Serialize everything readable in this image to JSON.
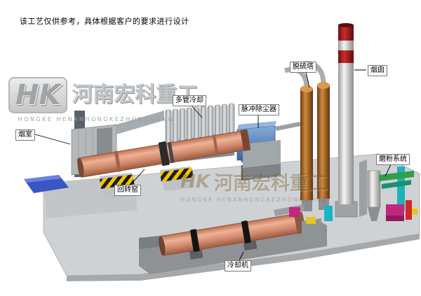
{
  "page": {
    "disclaimer": "该工艺仅供参考，具体根据客户的要求进行设计"
  },
  "logo": {
    "monogram": "HK",
    "company_cn": "河南宏科重工",
    "company_en": "HONGKE HENANHONGKEZHONGGONG"
  },
  "watermark": {
    "monogram": "HK",
    "company_cn": "河南宏科重工",
    "company_en": "HONGKE HENANHONGKEZHONGGONG"
  },
  "equipment_labels": [
    {
      "id": "smoke-chamber",
      "text": "烟室"
    },
    {
      "id": "rotary-kiln",
      "text": "回转窑"
    },
    {
      "id": "multi-tube-cooler",
      "text": "多管冷却"
    },
    {
      "id": "pulse-dust-collector",
      "text": "脉冲除尘器"
    },
    {
      "id": "desulfurization-tower",
      "text": "脱硫塔"
    },
    {
      "id": "chimney",
      "text": "烟囱"
    },
    {
      "id": "grinding-system",
      "text": "磨粉系统"
    },
    {
      "id": "cooling-machine",
      "text": "冷却机"
    }
  ],
  "colors": {
    "kiln_shell": "#d98a68",
    "dust_collector": "#4a7cb0",
    "desulfurization_tower": "#b97a33",
    "chimney_band": "#b01818",
    "hazard_yellow": "#f2c500"
  }
}
